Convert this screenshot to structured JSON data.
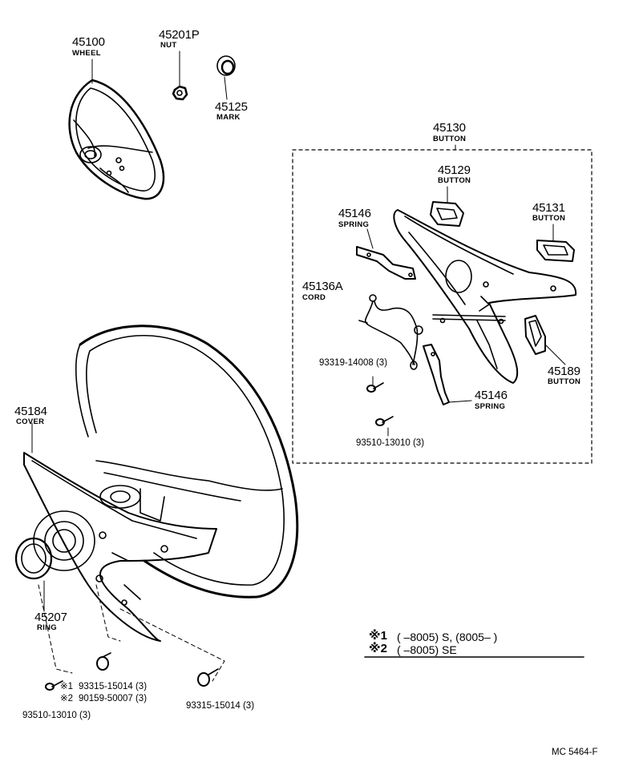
{
  "parts": {
    "wheel_top": {
      "number": "45100",
      "name": "WHEEL"
    },
    "nut": {
      "number": "45201P",
      "name": "NUT"
    },
    "mark": {
      "number": "45125",
      "name": "MARK"
    },
    "button_assy": {
      "number": "45130",
      "name": "BUTTON"
    },
    "button_upper": {
      "number": "45129",
      "name": "BUTTON"
    },
    "button_right": {
      "number": "45131",
      "name": "BUTTON"
    },
    "spring_upper": {
      "number": "45146",
      "name": "SPRING"
    },
    "cord": {
      "number": "45136A",
      "name": "CORD"
    },
    "screw_box": {
      "text": "93319-14008 (3)"
    },
    "spring_lower": {
      "number": "45146",
      "name": "SPRING"
    },
    "button_lower": {
      "number": "45189",
      "name": "BUTTON"
    },
    "screw_box_bottom": {
      "text": "93510-13010 (3)"
    },
    "cover": {
      "number": "45184",
      "name": "COVER"
    },
    "ring": {
      "number": "45207",
      "name": "RING"
    },
    "screw_a": {
      "text": "93315-15014 (3)"
    },
    "screw_b": {
      "text": "90159-50007 (3)"
    },
    "screw_c": {
      "text": "93510-13010 (3)"
    },
    "screw_d": {
      "text": "93315-15014 (3)"
    }
  },
  "markers": {
    "m1": "※1",
    "m2": "※2"
  },
  "notes": {
    "note1": {
      "marker": "※1",
      "text": "(        –8005) S, (8005–          )"
    },
    "note2": {
      "marker": "※2",
      "text": "(        –8005) SE"
    }
  },
  "code": "MC  5464-F"
}
